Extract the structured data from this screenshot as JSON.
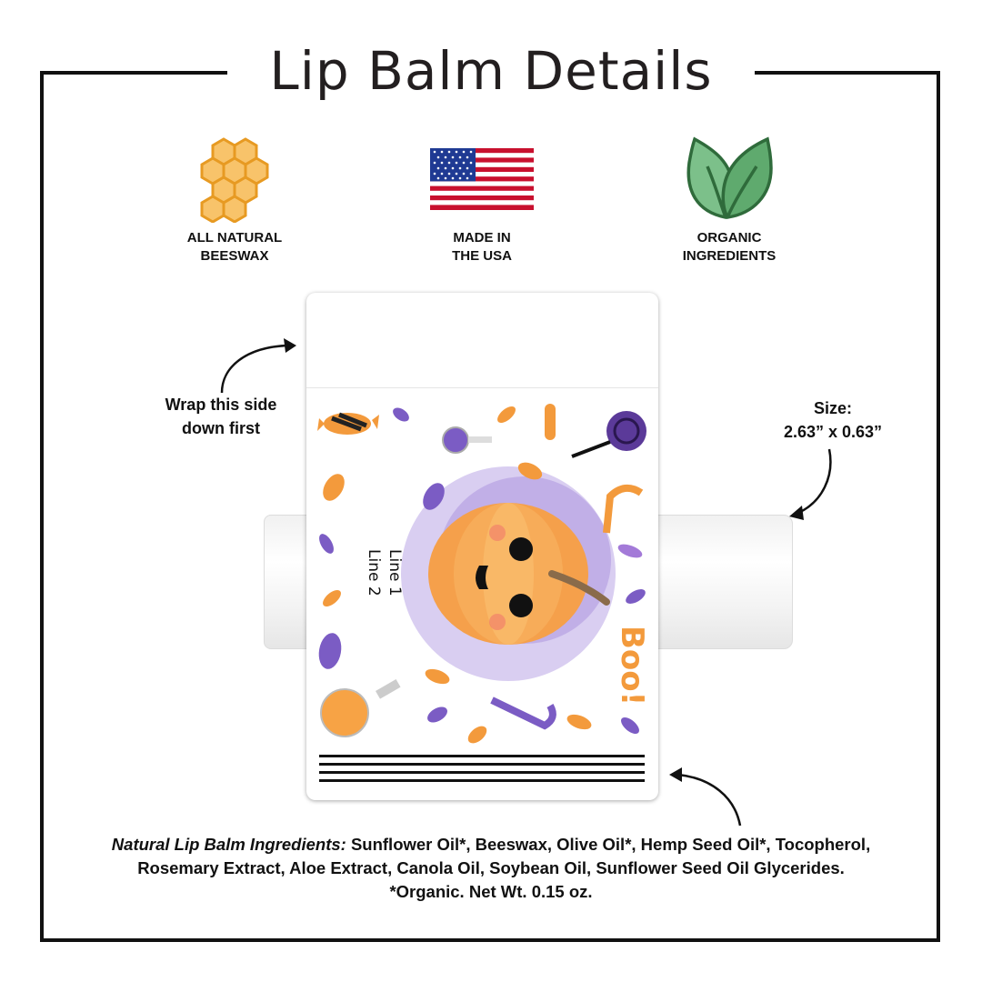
{
  "title": "Lip Balm Details",
  "features": [
    {
      "icon": "honeycomb-icon",
      "line1": "ALL NATURAL",
      "line2": "BEESWAX",
      "color": "#f5b94a"
    },
    {
      "icon": "usa-flag-icon",
      "line1": "MADE IN",
      "line2": "THE USA",
      "color": "#c8102e"
    },
    {
      "icon": "leaf-icon",
      "line1": "ORGANIC",
      "line2": "INGREDIENTS",
      "color": "#6cb37a"
    }
  ],
  "notes": {
    "wrap_line1": "Wrap this side",
    "wrap_line2": "down first",
    "size_line1": "Size:",
    "size_line2": "2.63” x 0.63”"
  },
  "label": {
    "line1": "Line 1",
    "line2": "Line 2",
    "boo": "Boo!"
  },
  "ingredients": {
    "heading": "Natural Lip Balm Ingredients:",
    "text1": " Sunflower Oil*, Beeswax, Olive Oil*, Hemp Seed Oil*, Tocopherol,",
    "text2": "Rosemary Extract, Aloe Extract, Canola Oil, Soybean Oil, Sunflower Seed Oil Glycerides.",
    "text3": "*Organic. Net Wt. 0.15 oz."
  },
  "colors": {
    "orange": "#f39a3c",
    "purple": "#7b5cc4",
    "lavender": "#b9a5e6",
    "frame": "#111111"
  }
}
